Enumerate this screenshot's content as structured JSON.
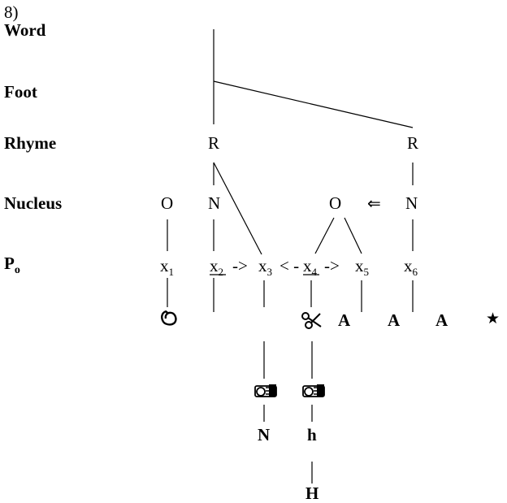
{
  "example_number": "8)",
  "levels": {
    "word": "Word",
    "foot": "Foot",
    "rhyme": "Rhyme",
    "nucleus": "Nucleus",
    "p": "P",
    "p_sub": "o"
  },
  "nodes": {
    "R1": "R",
    "R2": "R",
    "O1": "O",
    "N1": "N",
    "O2": "O",
    "N2": "N",
    "arrow_left": "⇐"
  },
  "skeleton": {
    "x": "x",
    "subs": [
      "1",
      "2",
      "3",
      "4",
      "5",
      "6"
    ],
    "arrow_right": "->",
    "lt_dash": "< -",
    "dash_gt": "->"
  },
  "melody": {
    "A1": "A",
    "A2": "A",
    "A3": "A",
    "N": "N",
    "h": "h",
    "H": "H"
  },
  "icons": {
    "ring": "ring-icon",
    "scissors": "scissors-icon",
    "tape1": "tape-icon",
    "tape2": "tape-icon",
    "star": "star-icon"
  }
}
